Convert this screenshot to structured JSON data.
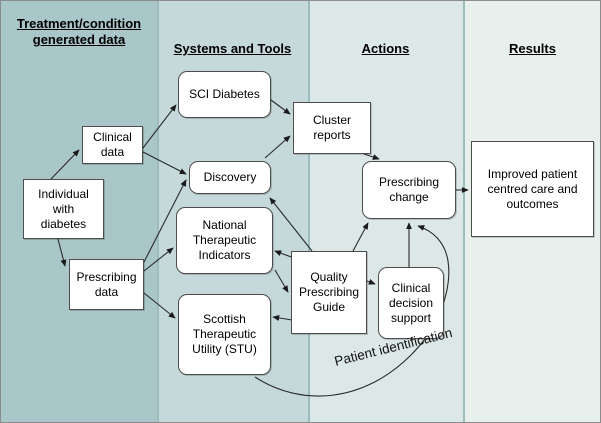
{
  "columns": [
    {
      "label": [
        "Treatment/condition",
        "generated data"
      ],
      "bg": "#a9c6c8"
    },
    {
      "label": [
        "Systems and Tools"
      ],
      "bg": "#c5d9da"
    },
    {
      "label": [
        "Actions"
      ],
      "bg": "#dce8e8"
    },
    {
      "label": [
        "Results"
      ],
      "bg": "#e8f0ee"
    }
  ],
  "boxes": {
    "individual": {
      "lines": [
        "Individual",
        "with",
        "diabetes"
      ]
    },
    "clinical_data": {
      "lines": [
        "Clinical",
        "data"
      ]
    },
    "prescribing_data": {
      "lines": [
        "Prescribing",
        "data"
      ]
    },
    "sci_diabetes": {
      "lines": [
        "SCI Diabetes"
      ]
    },
    "discovery": {
      "lines": [
        "Discovery"
      ]
    },
    "nti": {
      "lines": [
        "National",
        "Therapeutic",
        "Indicators"
      ]
    },
    "stu": {
      "lines": [
        "Scottish",
        "Therapeutic",
        "Utility (STU)"
      ]
    },
    "cluster_reports": {
      "lines": [
        "Cluster",
        "reports"
      ]
    },
    "prescribing_change": {
      "lines": [
        "Prescribing",
        "change"
      ]
    },
    "qpg": {
      "lines": [
        "Quality",
        "Prescribing",
        "Guide"
      ]
    },
    "cds": {
      "lines": [
        "Clinical",
        "decision",
        "support"
      ]
    },
    "improved_outcomes": {
      "lines": [
        "Improved patient",
        "centred care and",
        "outcomes"
      ]
    }
  },
  "curve_label": "Patient identification",
  "colors": {
    "divider": "#9cbcbe",
    "box_border": "#4d4d4d",
    "arrow": "#2a2a2a"
  }
}
